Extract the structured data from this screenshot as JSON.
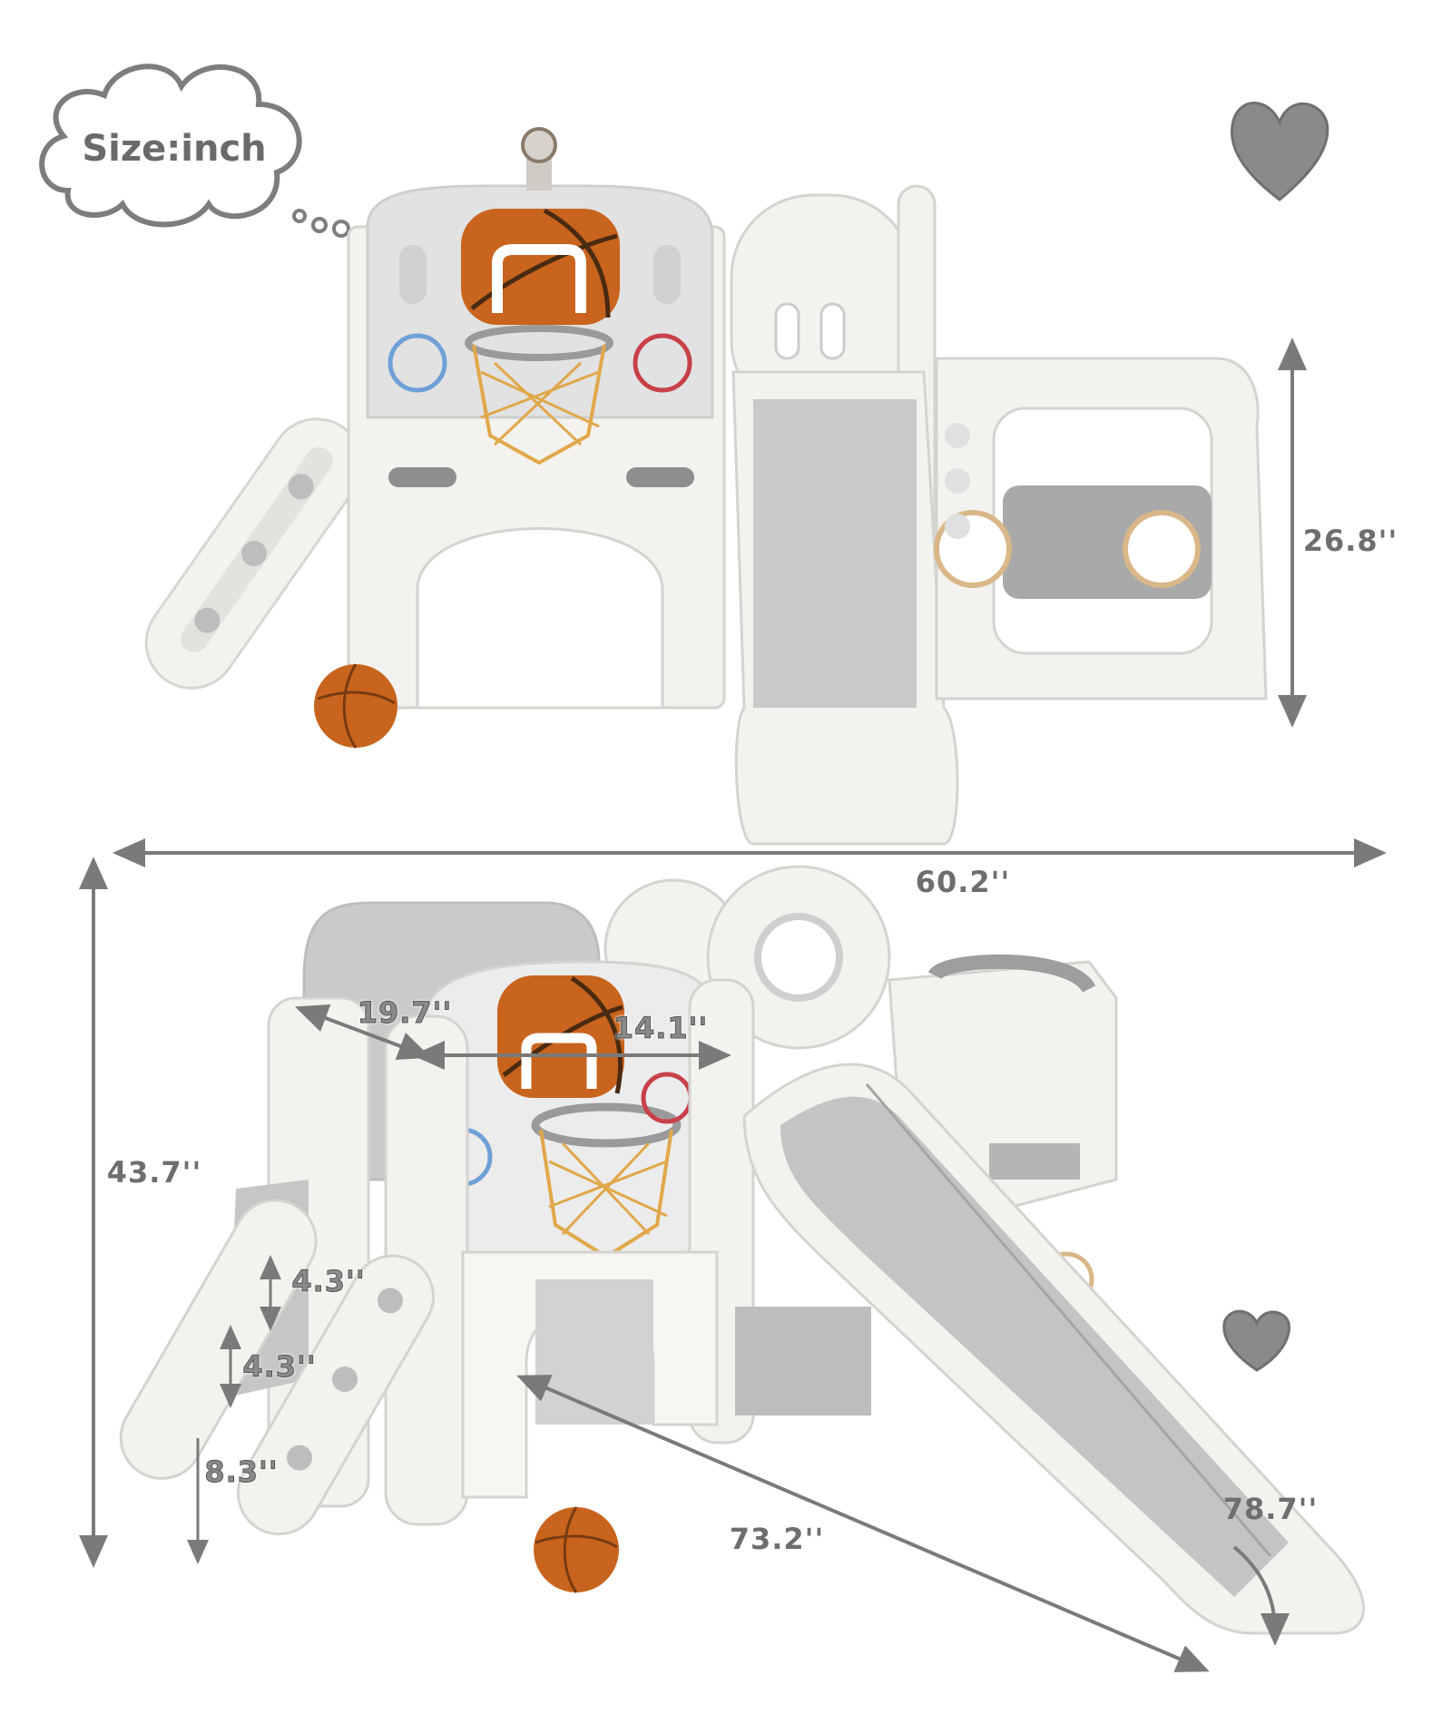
{
  "badge": {
    "text": "Size:inch"
  },
  "colors": {
    "line": "#7a7a7a",
    "plastic_white": "#f4f2ee",
    "plastic_gray": "#c9c9c9",
    "basketball": "#c8641e"
  },
  "top_view": {
    "height_label": "26.8''",
    "width_label": "60.2''"
  },
  "bottom_view": {
    "total_height_label": "43.7''",
    "depth_label": "19.7''",
    "inner_width_label": "14.1''",
    "step_1_label": "4.3''",
    "step_2_label": "4.3''",
    "step_bottom_label": "8.3''",
    "length_label": "73.2''",
    "slide_length_label": "78.7''"
  }
}
